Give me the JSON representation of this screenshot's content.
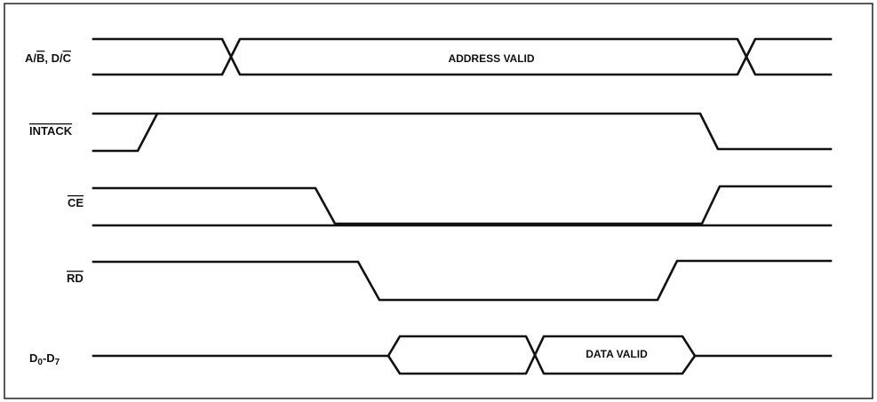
{
  "signals": {
    "ab_dc": {
      "part1": "A/",
      "part1_bar": "B",
      "part2": ", D/",
      "part2_bar": "C"
    },
    "intack": "INTACK",
    "ce": "CE",
    "rd": "RD",
    "data_bus": {
      "base1": "D",
      "sub1": "0",
      "sep": "-D",
      "sub2": "7"
    }
  },
  "regions": {
    "address_valid": "ADDRESS VALID",
    "data_valid": "DATA VALID"
  },
  "colors": {
    "line": "#111111",
    "background": "#ffffff"
  }
}
